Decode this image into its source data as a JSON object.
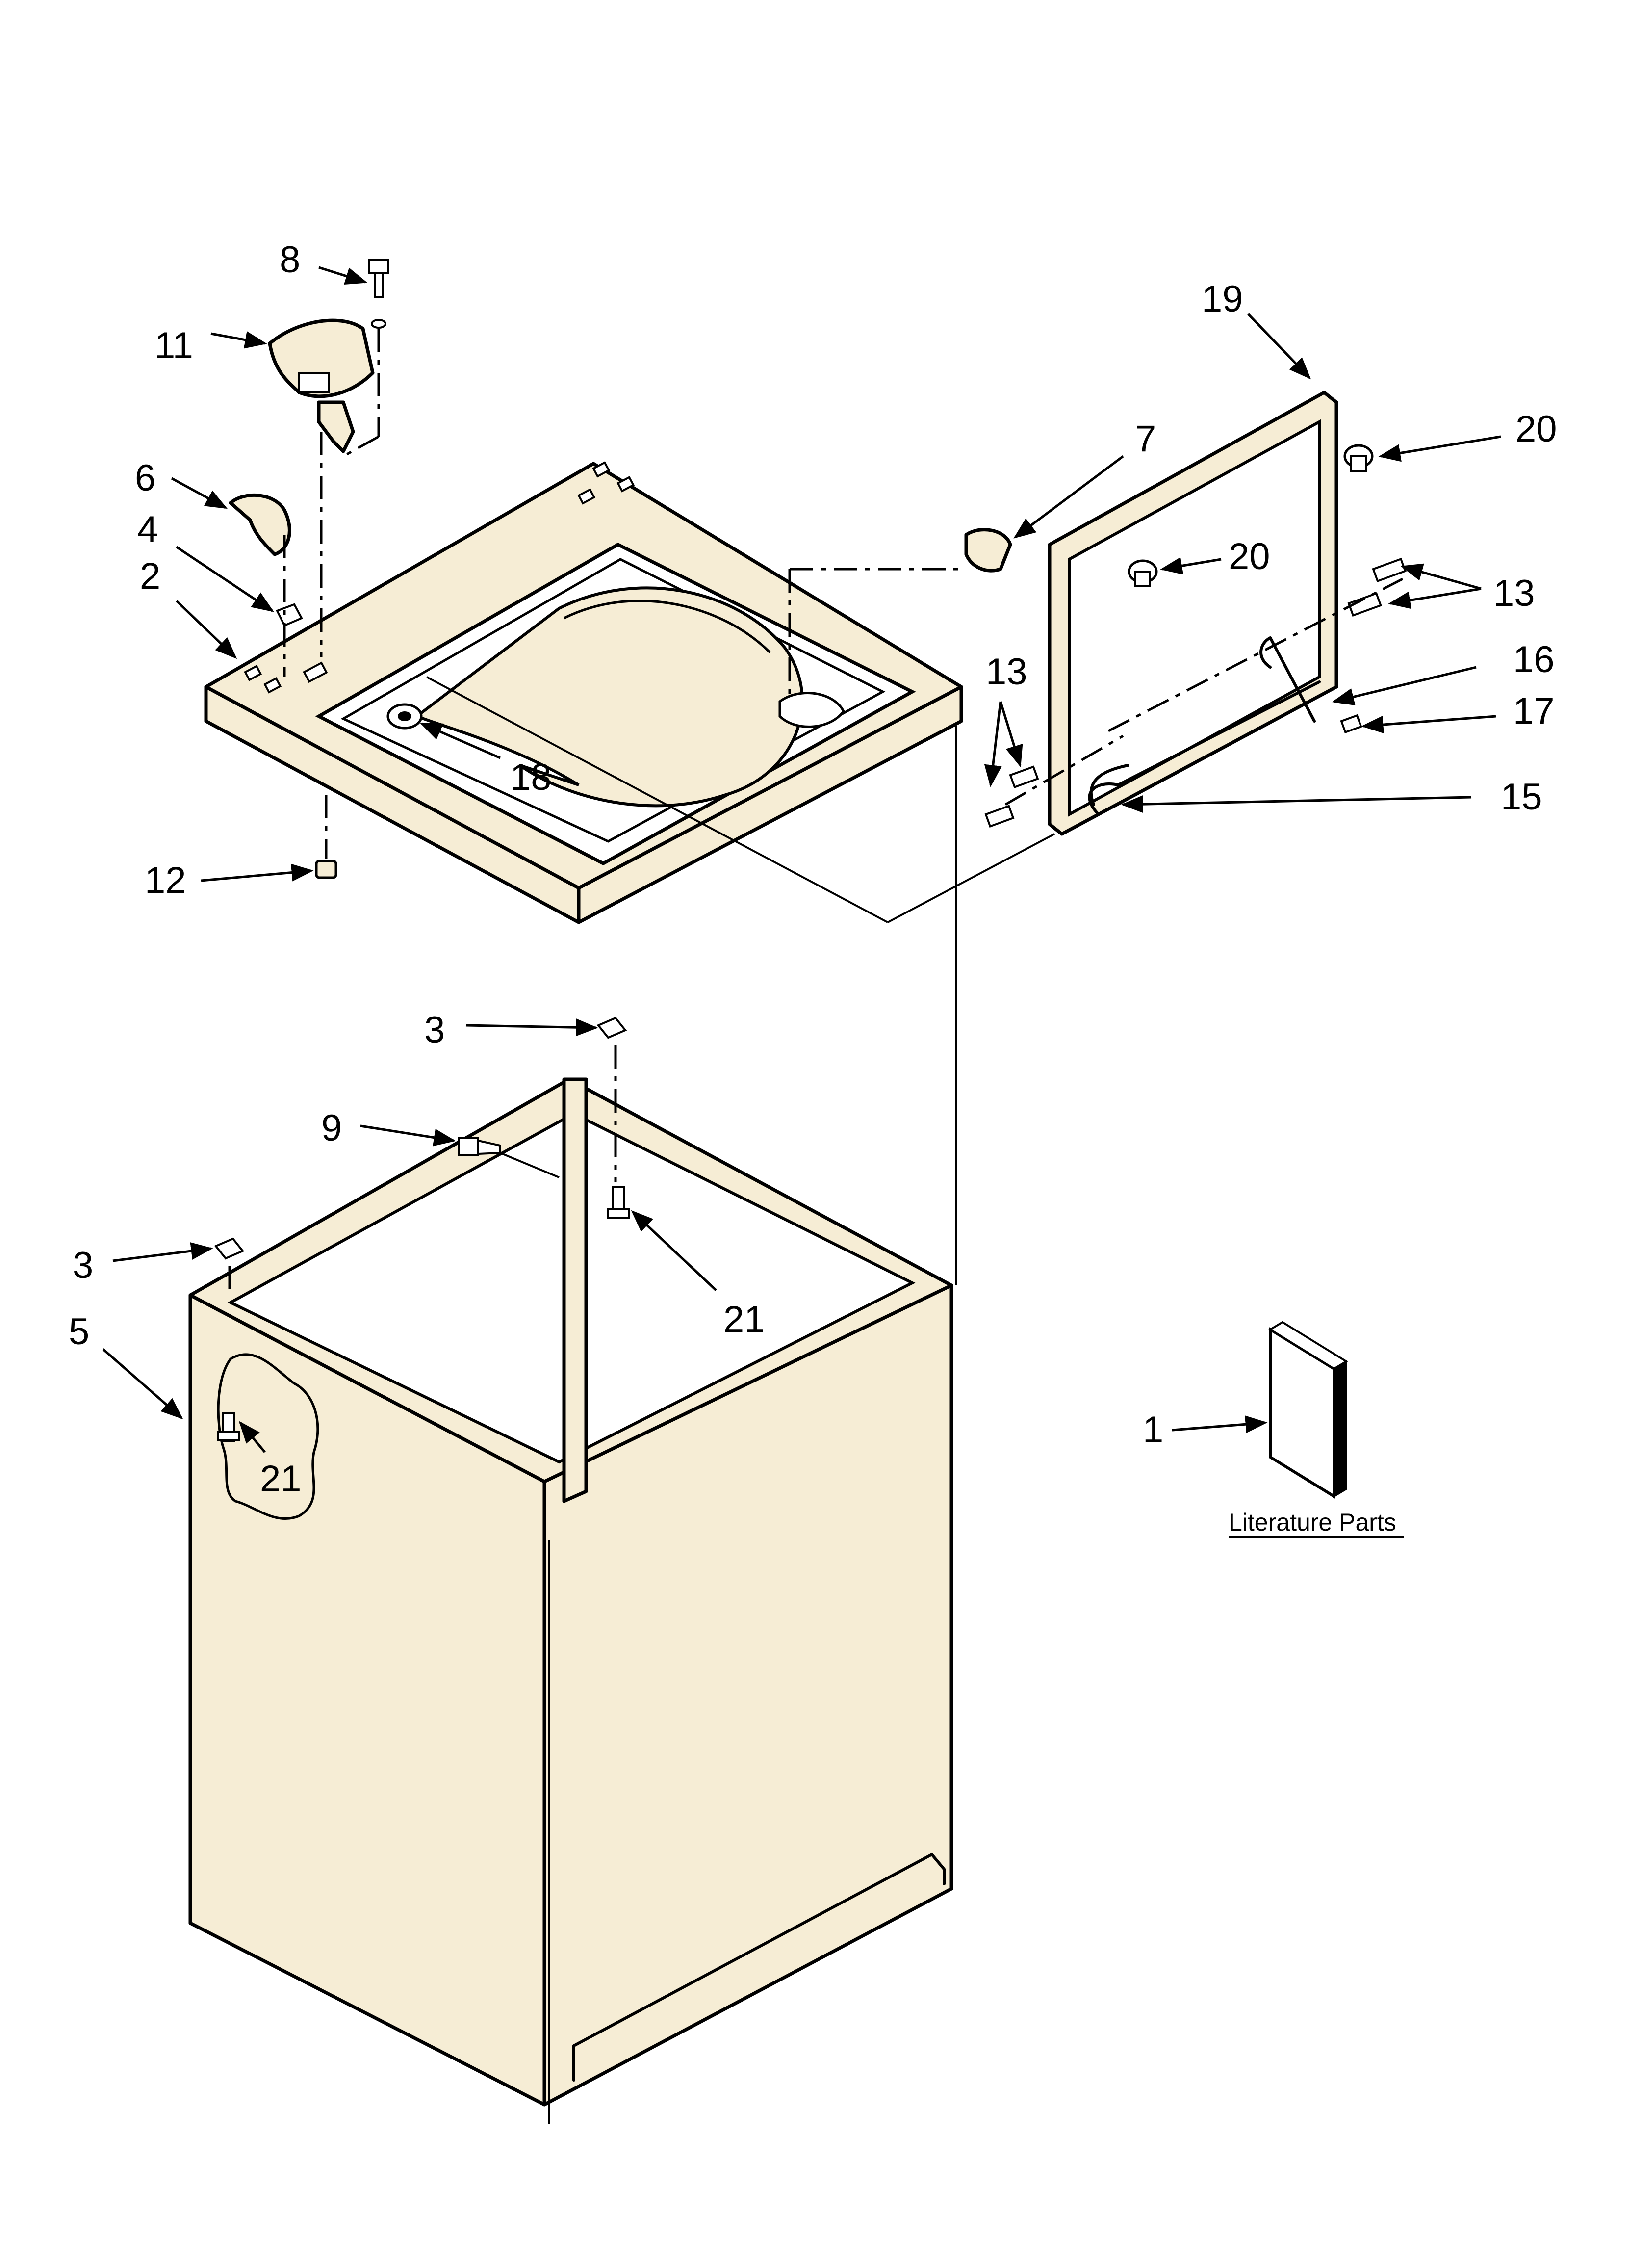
{
  "callouts": {
    "c1": "1",
    "c2": "2",
    "c3a": "3",
    "c3b": "3",
    "c4": "4",
    "c5": "5",
    "c6": "6",
    "c7": "7",
    "c8": "8",
    "c9": "9",
    "c11": "11",
    "c12": "12",
    "c13a": "13",
    "c13b": "13",
    "c15": "15",
    "c16": "16",
    "c17": "17",
    "c18": "18",
    "c19": "19",
    "c20a": "20",
    "c20b": "20",
    "c21a": "21",
    "c21b": "21"
  },
  "literature_label": "Literature Parts",
  "colors": {
    "part_fill": "#f6edd5",
    "line": "#000000",
    "background": "#ffffff"
  }
}
